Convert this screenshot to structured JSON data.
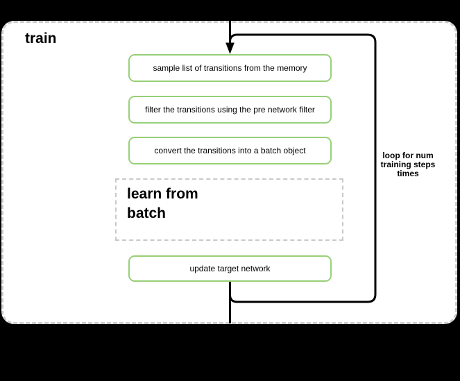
{
  "container": {
    "label": "train"
  },
  "steps": [
    {
      "label": "sample list of transitions from the memory"
    },
    {
      "label": "filter the transitions using the pre network filter"
    },
    {
      "label": "convert the transitions into a batch object"
    },
    {
      "label": "update target network"
    }
  ],
  "subprocess": {
    "line1": "learn from",
    "line2": "batch"
  },
  "loop_annotation": {
    "line1": "loop for num",
    "line2": "training steps",
    "line3": "times"
  },
  "colors": {
    "background": "#000000",
    "container_border": "#cdcdcd",
    "box_border_green": "#97d077",
    "subprocess_border": "#c9c9c9",
    "connector": "#000000",
    "text": "#000000"
  }
}
